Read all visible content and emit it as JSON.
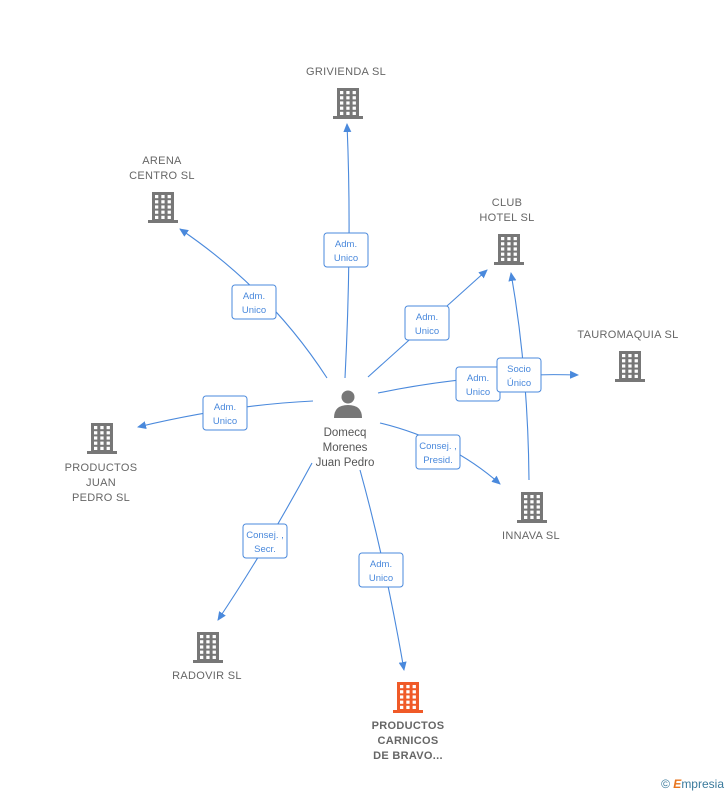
{
  "colors": {
    "edge": "#4a89dc",
    "building": "#777777",
    "building_highlight": "#f05a28"
  },
  "center": {
    "icon": "person-icon",
    "lines": [
      "Domecq",
      "Morenes",
      "Juan Pedro"
    ]
  },
  "nodes": [
    {
      "id": "grivienda",
      "lines": [
        "GRIVIENDA  SL"
      ],
      "icon": "building-icon",
      "highlight": false
    },
    {
      "id": "arena",
      "lines": [
        "ARENA",
        "CENTRO SL"
      ],
      "icon": "building-icon",
      "highlight": false
    },
    {
      "id": "club",
      "lines": [
        "CLUB",
        "HOTEL SL"
      ],
      "icon": "building-icon",
      "highlight": false
    },
    {
      "id": "tauromaquia",
      "lines": [
        "TAUROMAQUIA SL"
      ],
      "icon": "building-icon",
      "highlight": false
    },
    {
      "id": "productos_juan",
      "lines": [
        "PRODUCTOS",
        "JUAN",
        "PEDRO SL"
      ],
      "icon": "building-icon",
      "highlight": false
    },
    {
      "id": "innava",
      "lines": [
        "INNAVA  SL"
      ],
      "icon": "building-icon",
      "highlight": false
    },
    {
      "id": "radovir",
      "lines": [
        "RADOVIR  SL"
      ],
      "icon": "building-icon",
      "highlight": false
    },
    {
      "id": "productos_carnicos",
      "lines": [
        "PRODUCTOS",
        "CARNICOS",
        "DE BRAVO..."
      ],
      "icon": "building-icon",
      "highlight": true
    }
  ],
  "edges": [
    {
      "to": "grivienda",
      "label": [
        "Adm.",
        "Unico"
      ]
    },
    {
      "to": "arena",
      "label": [
        "Adm.",
        "Unico"
      ]
    },
    {
      "to": "club",
      "label": [
        "Adm.",
        "Unico"
      ]
    },
    {
      "to": "tauromaquia",
      "label": [
        "Adm.",
        "Unico"
      ]
    },
    {
      "to": "productos_juan",
      "label": [
        "Adm.",
        "Unico"
      ]
    },
    {
      "to": "innava",
      "label": [
        "Consej. ,",
        "Presid."
      ]
    },
    {
      "to": "radovir",
      "label": [
        "Consej. ,",
        "Secr."
      ]
    },
    {
      "to": "productos_carnicos",
      "label": [
        "Adm.",
        "Unico"
      ]
    },
    {
      "from": "innava",
      "to": "club",
      "label": [
        "Socio",
        "Único"
      ]
    }
  ],
  "footer": {
    "copyright": "©",
    "brand_first": "E",
    "brand_rest": "mpresia"
  }
}
